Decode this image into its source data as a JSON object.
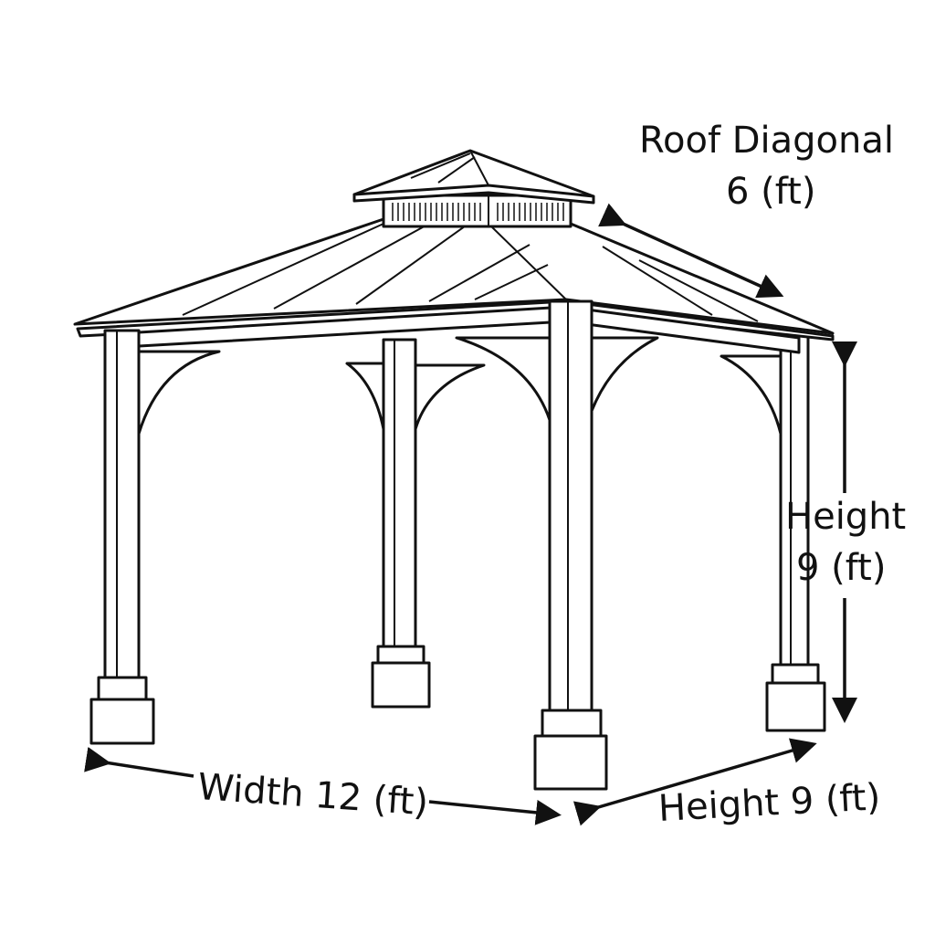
{
  "labels": {
    "roof_diagonal_title": "Roof Diagonal",
    "roof_diagonal_value": "6 (ft)",
    "height_title": "Height",
    "height_value": "9 (ft)",
    "width": "Width 12 (ft)",
    "depth": "Height 9 (ft)"
  }
}
